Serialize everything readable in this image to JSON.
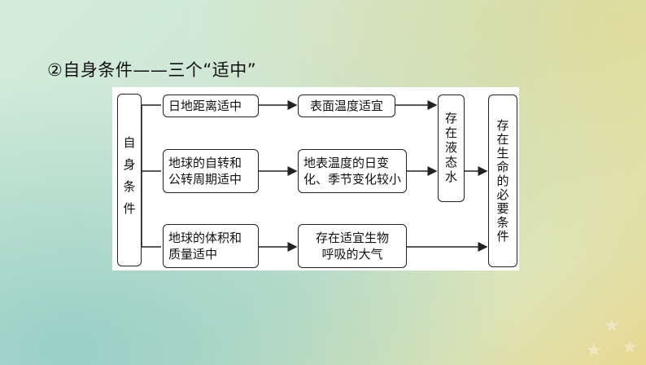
{
  "heading": "②自身条件——三个“适中”",
  "left_label": "自身条件",
  "factors": [
    {
      "line1": "日地距离适中",
      "line2": ""
    },
    {
      "line1": "地球的自转和",
      "line2": "公转周期适中"
    },
    {
      "line1": "地球的体积和",
      "line2": "质量适中"
    }
  ],
  "effects": [
    {
      "line1": "表面温度适宜",
      "line2": ""
    },
    {
      "line1": "地表温度的日变",
      "line2": "化、季节变化较小"
    },
    {
      "line1": "存在适宜生物",
      "line2": "呼吸的大气"
    }
  ],
  "water_label": "存在液态水",
  "conclusion_label": "存在生命的必要条件",
  "colors": {
    "stroke": "#222222",
    "panel": "#ffffff"
  }
}
